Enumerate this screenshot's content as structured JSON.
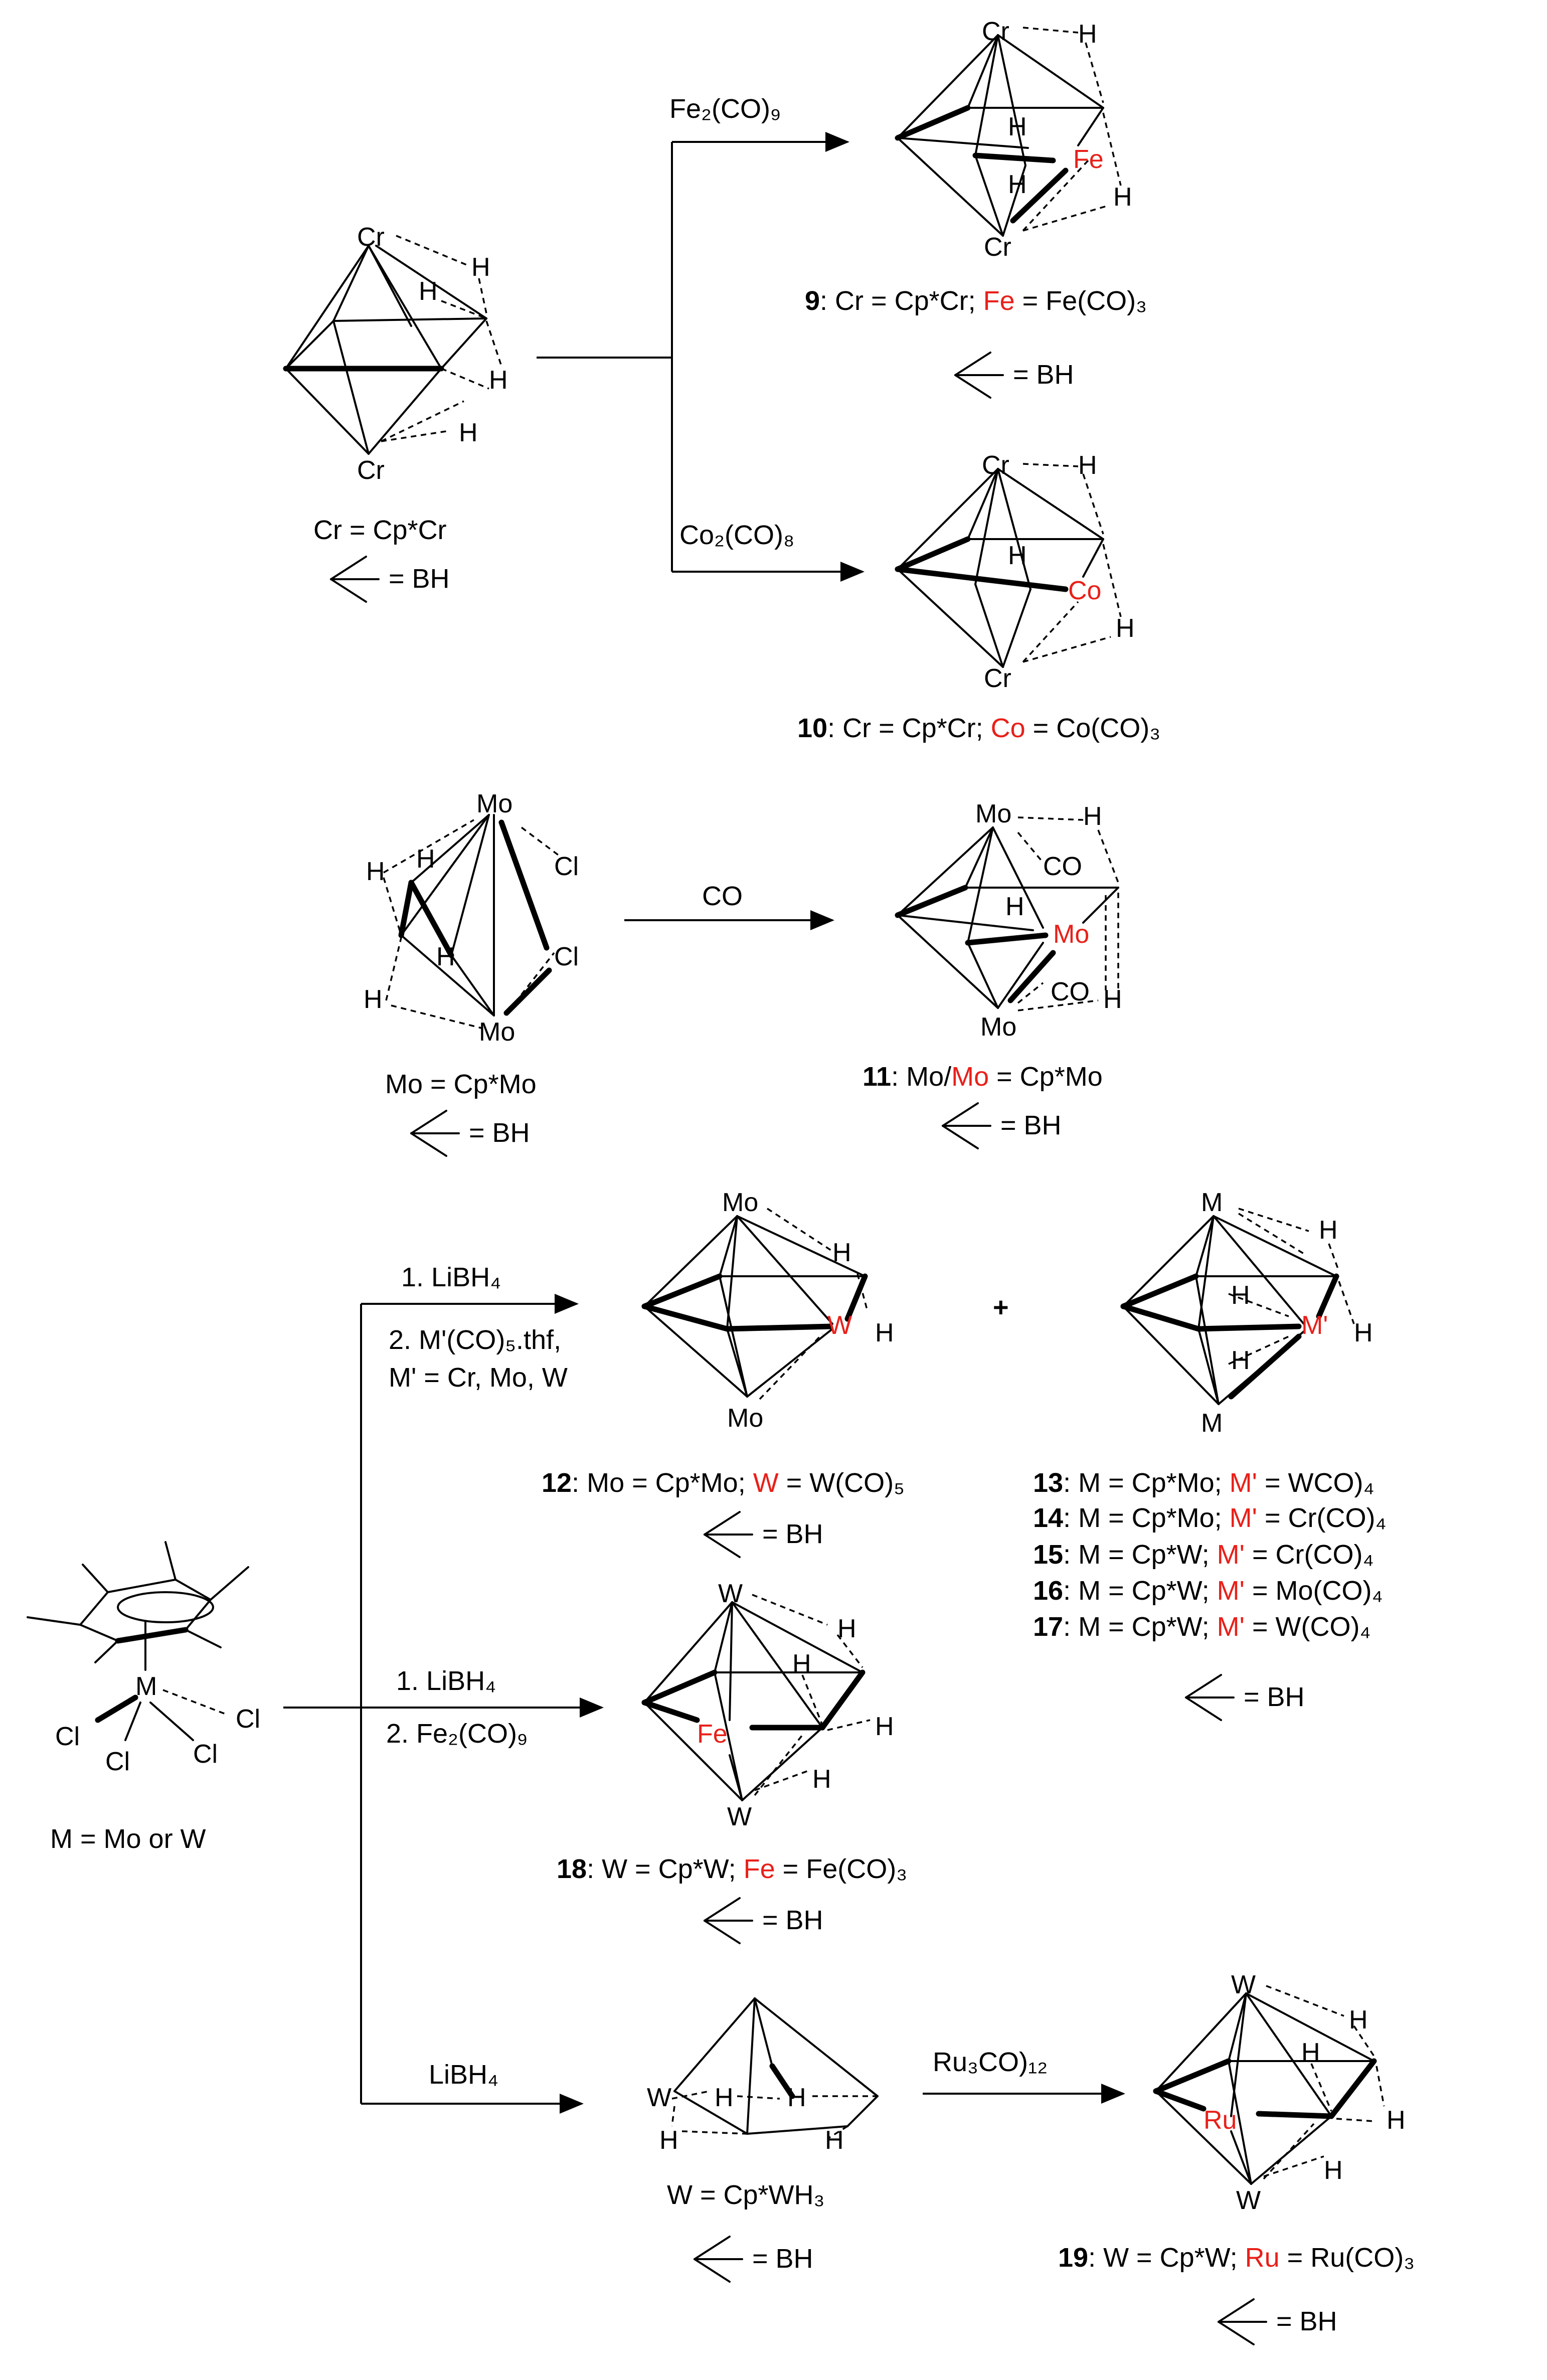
{
  "figure": {
    "bh_legend": "= BH",
    "plus": "+",
    "reactions": {
      "r1": {
        "reagent": "Fe₂(CO)₉"
      },
      "r2": {
        "reagent": "Co₂(CO)₈"
      },
      "r3": {
        "reagent": "CO"
      },
      "r4": {
        "step1": "1. LiBH₄",
        "step2": "2. M'(CO)₅.thf,",
        "step2b": "M' = Cr, Mo, W"
      },
      "r5": {
        "step1": "1. LiBH₄",
        "step2": "2. Fe₂(CO)₉"
      },
      "r6": {
        "reagent": "LiBH₄"
      },
      "r7": {
        "reagent": "Ru₃CO)₁₂"
      }
    },
    "atoms": {
      "Cr": "Cr",
      "Fe": "Fe",
      "Co": "Co",
      "Mo": "Mo",
      "W": "W",
      "M": "M",
      "Mprime": "M'",
      "Ru": "Ru",
      "H": "H",
      "Cl": "Cl",
      "CO": "CO"
    },
    "compounds": {
      "cr_start": {
        "caption": "Cr = Cp*Cr"
      },
      "c9": {
        "num": "9",
        "p1": ": Cr = Cp*Cr; ",
        "red": "Fe",
        "p2": " = Fe(CO)₃"
      },
      "c10": {
        "num": "10",
        "p1": ": Cr = Cp*Cr; ",
        "red": "Co",
        "p2": " = Co(CO)₃"
      },
      "mo_start": {
        "caption": "Mo = Cp*Mo"
      },
      "c11": {
        "num": "11",
        "p1": ": Mo/",
        "red": "Mo",
        "p2": " = Cp*Mo"
      },
      "c12": {
        "num": "12",
        "p1": ": Mo = Cp*Mo; ",
        "red": "W",
        "p2": " = W(CO)₅"
      },
      "c13": {
        "num": "13",
        "p1": ": M = Cp*Mo; ",
        "red": "M'",
        "p2": " = WCO)₄"
      },
      "c14": {
        "num": "14",
        "p1": ": M = Cp*Mo; ",
        "red": "M'",
        "p2": " = Cr(CO)₄"
      },
      "c15": {
        "num": "15",
        "p1": ": M = Cp*W; ",
        "red": "M'",
        "p2": " = Cr(CO)₄"
      },
      "c16": {
        "num": "16",
        "p1": ": M = Cp*W; ",
        "red": "M'",
        "p2": " = Mo(CO)₄"
      },
      "c17": {
        "num": "17",
        "p1": ": M = Cp*W; ",
        "red": "M'",
        "p2": " = W(CO)₄"
      },
      "precursor": {
        "caption": "M = Mo or W"
      },
      "c18": {
        "num": "18",
        "p1": ": W = Cp*W; ",
        "red": "Fe",
        "p2": " = Fe(CO)₃"
      },
      "w_start": {
        "caption": "W = Cp*WH₃"
      },
      "c19": {
        "num": "19",
        "p1": ": W = Cp*W; ",
        "red": "Ru",
        "p2": " = Ru(CO)₃"
      }
    },
    "colors": {
      "ink": "#000000",
      "highlight": "#e8201a",
      "background": "#ffffff"
    }
  }
}
